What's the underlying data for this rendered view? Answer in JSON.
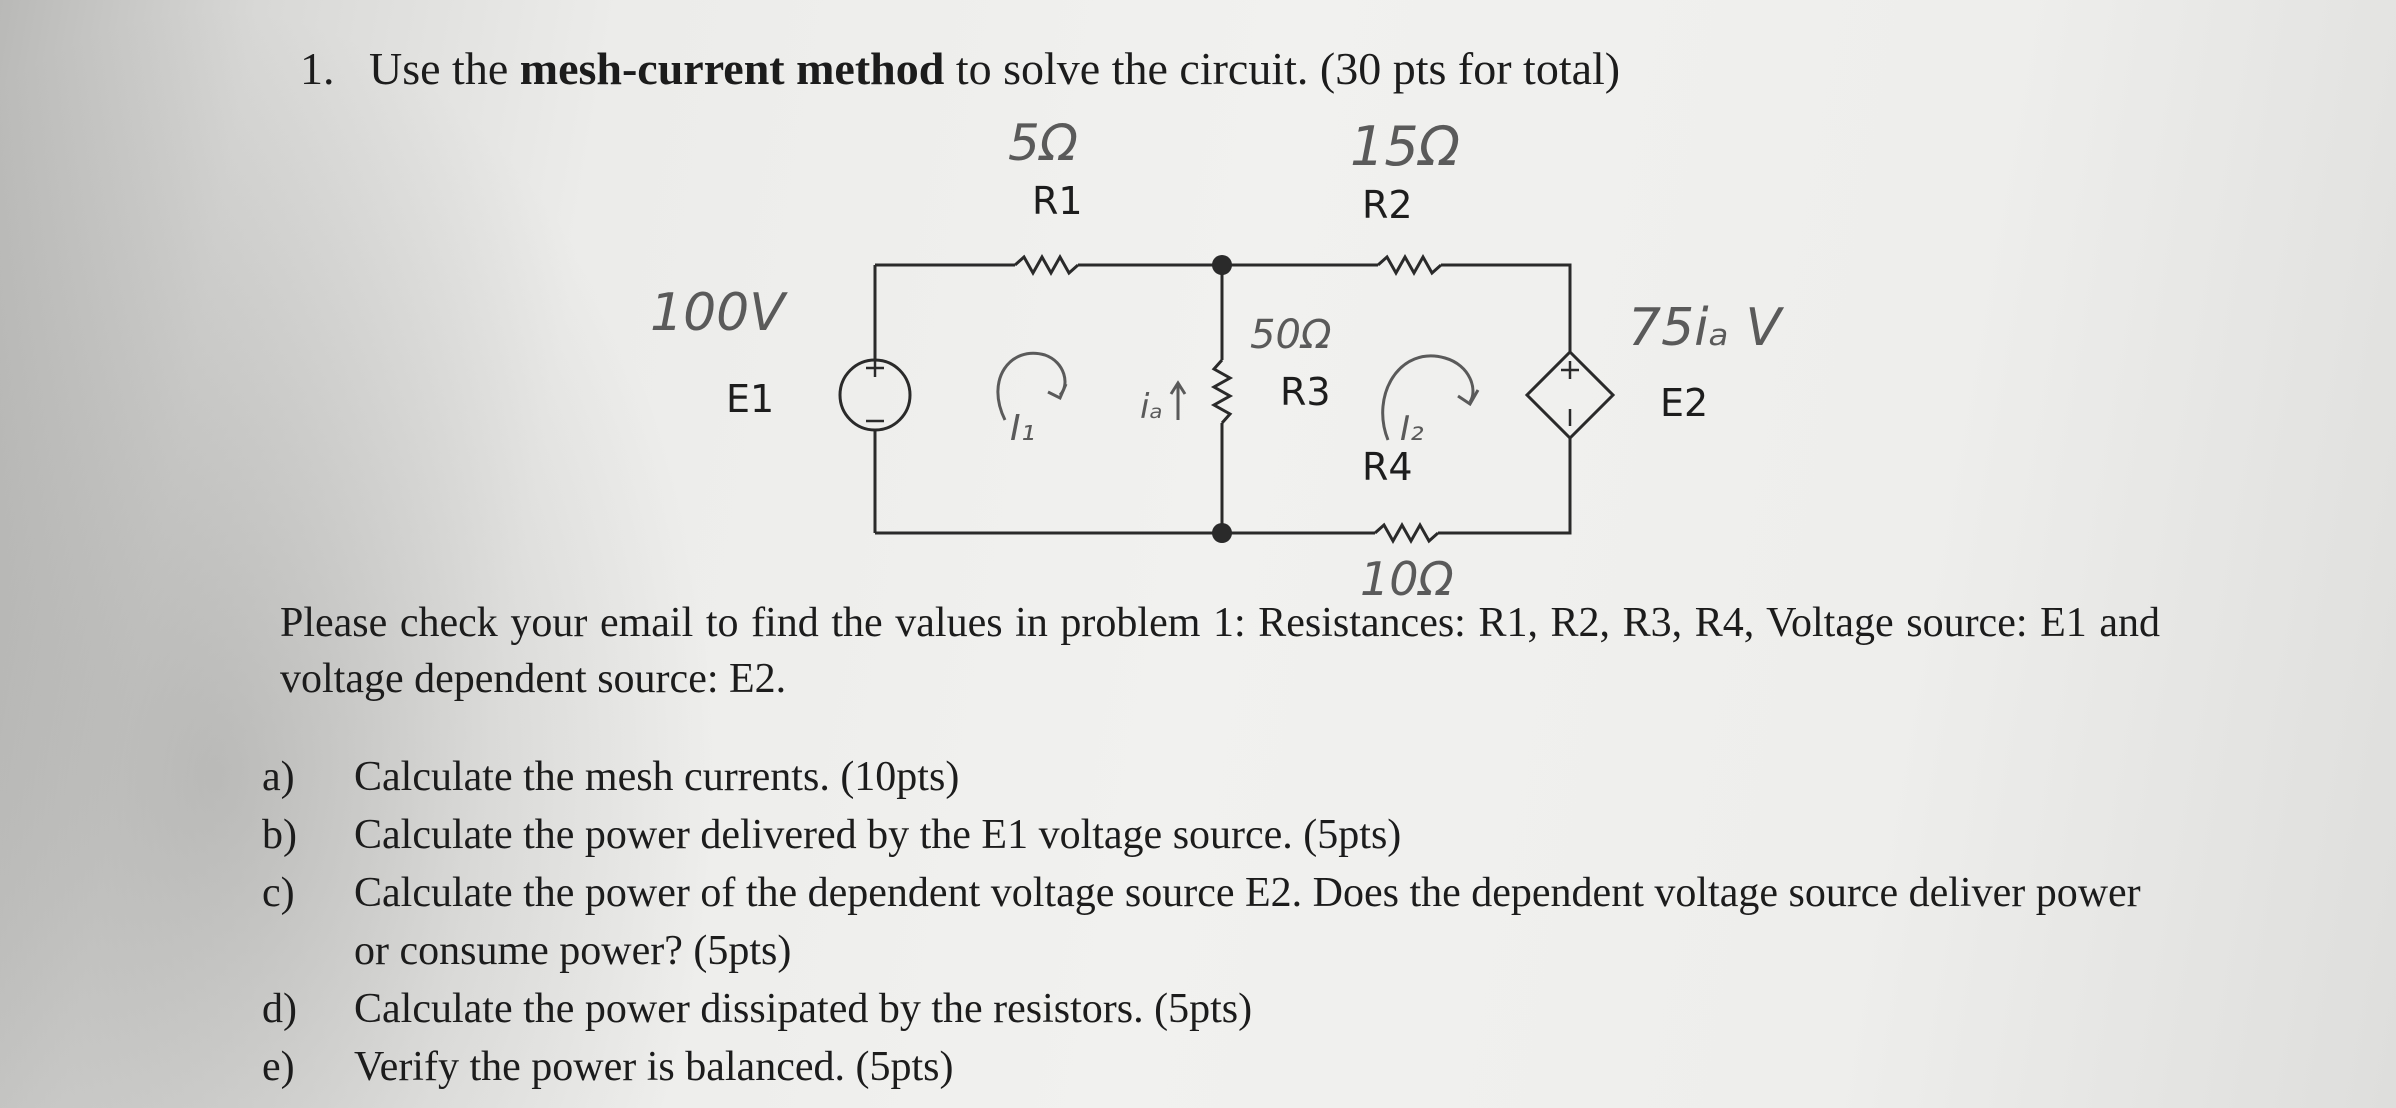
{
  "problem": {
    "number": "1.",
    "prefix": "Use the ",
    "method": "mesh-current method",
    "suffix": " to solve the circuit. (30 pts for total)"
  },
  "circuit": {
    "labels": {
      "r1": "R1",
      "r2": "R2",
      "r3": "R3",
      "r4": "R4",
      "e1": "E1",
      "e2": "E2"
    },
    "handwritten": {
      "r1_value": "5Ω",
      "r2_value": "15Ω",
      "r3_value": "50Ω",
      "r4_value": "10Ω",
      "e1_value": "100V",
      "e2_value": "75iₐ V",
      "mesh1": "I₁",
      "mesh2": "I₂",
      "ia": "iₐ"
    }
  },
  "intro": "Please check your email to find the values in problem 1: Resistances: R1, R2, R3, R4, Voltage source: E1 and voltage dependent source: E2.",
  "parts": [
    {
      "mark": "a)",
      "text": "Calculate the mesh currents. (10pts)"
    },
    {
      "mark": "b)",
      "text": "Calculate the power delivered by the E1 voltage source. (5pts)"
    },
    {
      "mark": "c)",
      "text": "Calculate the power of the dependent voltage source E2. Does the dependent voltage source deliver power or consume power? (5pts)"
    },
    {
      "mark": "d)",
      "text": "Calculate the power dissipated by the resistors. (5pts)"
    },
    {
      "mark": "e)",
      "text": "Verify the power is balanced. (5pts)"
    }
  ]
}
